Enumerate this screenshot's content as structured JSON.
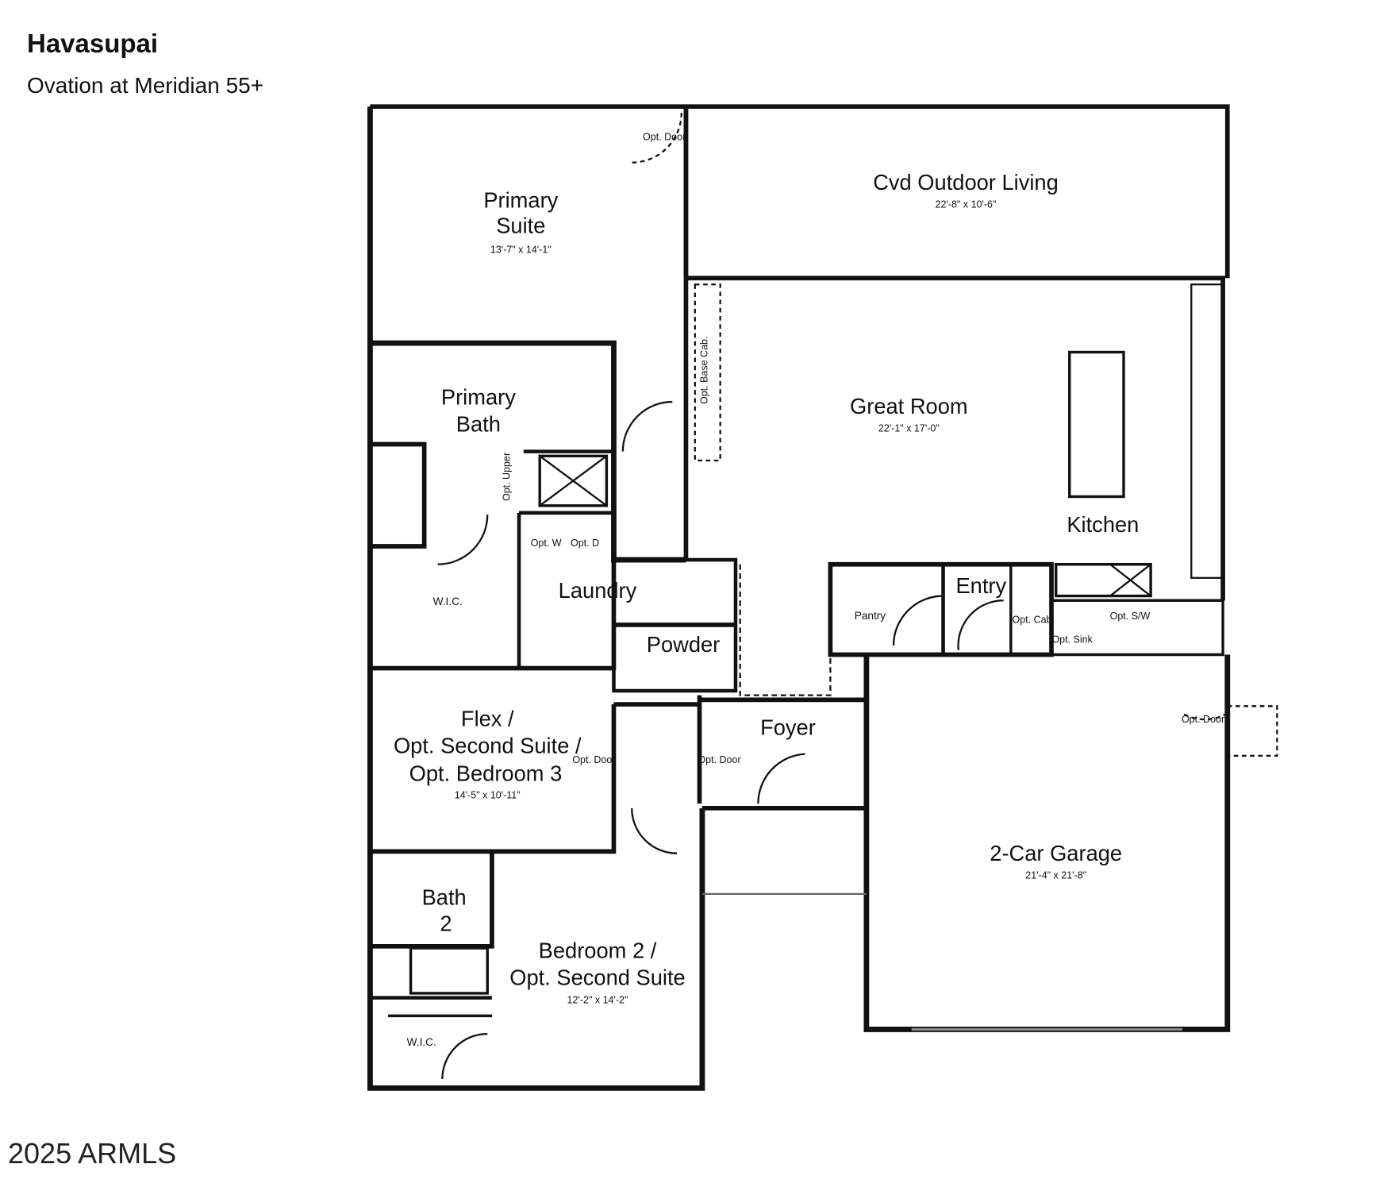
{
  "header": {
    "title": "Havasupai",
    "subtitle": "Ovation at Meridian 55+"
  },
  "footer": {
    "copyright": "2025 ARMLS"
  },
  "rooms": {
    "primary_suite": {
      "name1": "Primary",
      "name2": "Suite",
      "dims": "13'-7\" x 14'-1\""
    },
    "outdoor": {
      "name": "Cvd Outdoor Living",
      "dims": "22'-8\" x 10'-6\""
    },
    "great_room": {
      "name": "Great Room",
      "dims": "22'-1\" x 17'-0\""
    },
    "kitchen": {
      "name": "Kitchen"
    },
    "primary_bath": {
      "name1": "Primary",
      "name2": "Bath"
    },
    "wic1": {
      "name": "W.I.C."
    },
    "laundry": {
      "name": "Laundry"
    },
    "powder": {
      "name": "Powder"
    },
    "pantry": {
      "name": "Pantry"
    },
    "entry": {
      "name": "Entry"
    },
    "flex": {
      "name1": "Flex /",
      "name2": "Opt. Second Suite /",
      "name3": "Opt. Bedroom 3",
      "dims": "14'-5\" x 10'-11\""
    },
    "foyer": {
      "name": "Foyer"
    },
    "garage": {
      "name": "2-Car Garage",
      "dims": "21'-4\" x 21'-8\""
    },
    "bath2": {
      "name1": "Bath",
      "name2": "2"
    },
    "bedroom2": {
      "name1": "Bedroom 2 /",
      "name2": "Opt. Second Suite",
      "dims": "12'-2\" x 14'-2\""
    },
    "wic2": {
      "name": "W.I.C."
    }
  },
  "labels": {
    "opt_door": "Opt. Door",
    "opt_base_cab": "Opt. Base Cab.",
    "opt_upper": "Opt. Upper",
    "opt_w": "Opt. W",
    "opt_d": "Opt. D",
    "opt_cab": "Opt. Cab.",
    "opt_sink": "Opt. Sink",
    "opt_sw": "Opt. S/W"
  }
}
